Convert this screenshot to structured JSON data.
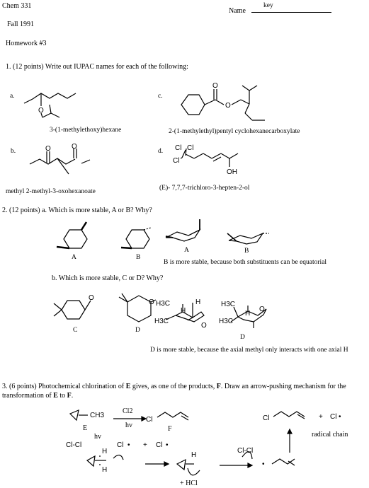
{
  "header": {
    "course": "Chem 331",
    "term": "Fall  1991",
    "assignment": "Homework #3",
    "name_label": "Name",
    "name_value": "key"
  },
  "q1": {
    "prompt": "1.  (12 points)  Write out IUPAC names for each of the following:",
    "a": {
      "label": "a.",
      "answer": "3-(1-methylethoxy)hexane",
      "atoms": {
        "o": "O"
      }
    },
    "b": {
      "label": "b.",
      "answer": "methyl 2-methyl-3-oxohexanoate",
      "atoms": {
        "o1": "O",
        "o2": "O"
      }
    },
    "c": {
      "label": "c.",
      "answer": "2-(1-methylethyl)pentyl cyclohexanecarboxylate",
      "atoms": {
        "o1": "O",
        "o2": "O"
      }
    },
    "d": {
      "label": "d.",
      "answer": "(E)- 7,7,7-trichloro-3-hepten-2-ol",
      "atoms": {
        "cl1": "Cl",
        "cl2": "Cl",
        "cl3": "Cl",
        "oh": "OH"
      }
    }
  },
  "q2": {
    "prompt_a": "2.  (12 points)  a.  Which is more stable,  A or B?  Why?",
    "labels": {
      "A": "A",
      "B": "B",
      "C": "C",
      "D": "D"
    },
    "answer_a": "B is more stable, because both substituents can be equatorial",
    "prompt_b": "b.  Which is more stable,  C or D?  Why?",
    "answer_b": "D is more stable, because the axial methyl only interacts with one axial H",
    "atoms": {
      "o": "O",
      "h": "H",
      "h3c": "H3C"
    }
  },
  "q3": {
    "prompt": "3.  (6 points)  Photochemical chlorination of E gives, as one of the products,  F.  Draw an arrow-pushing mechanism for the transformation of E to F.",
    "prompt_parts": {
      "p1": "3.  (6 points)  Photochemical chlorination of ",
      "E": "E",
      "p2": " gives, as one of the products,  ",
      "F": "F",
      "p3": ".  Draw an arrow-pushing mechanism for the transformation of ",
      "E2": "E",
      "p4": " to ",
      "F2": "F",
      "p5": "."
    },
    "labels": {
      "E": "E",
      "F": "F"
    },
    "reagent": "Cl2",
    "condition": "hv",
    "ch3": "CH3",
    "cl": "Cl",
    "clcl": "Cl-Cl",
    "cl_radical": "Cl",
    "plus": "+",
    "h": "H",
    "hcl": "+  HCl",
    "radical_chain": "radical chain"
  }
}
